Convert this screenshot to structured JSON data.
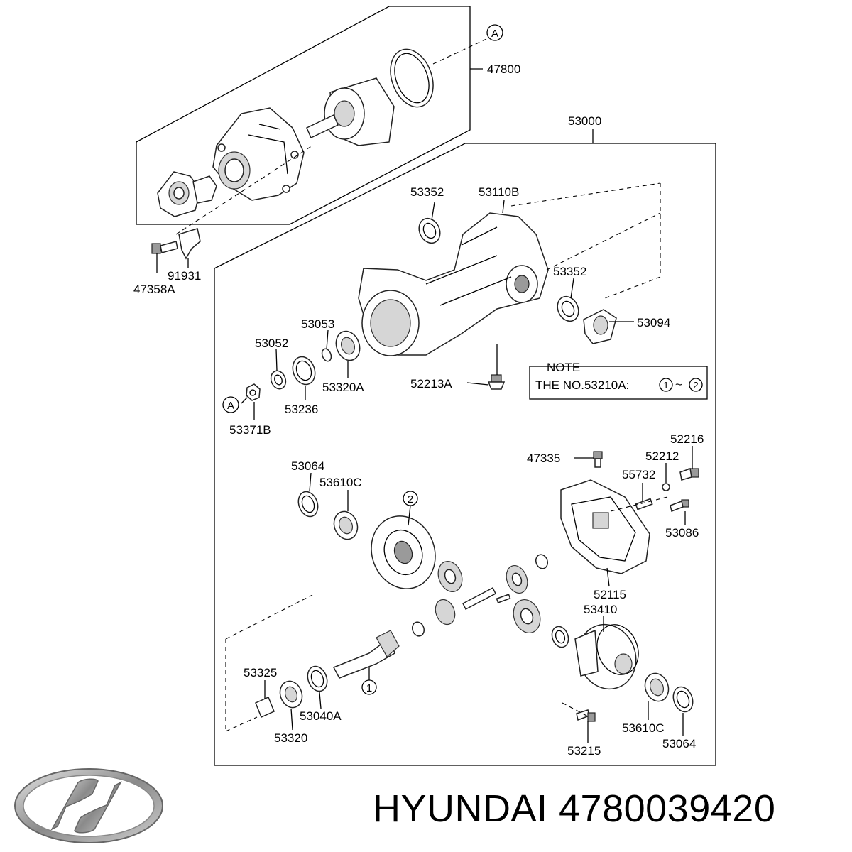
{
  "labels": {
    "l47800": "47800",
    "l53000": "53000",
    "l53352a": "53352",
    "l53110B": "53110B",
    "l53352b": "53352",
    "l53094": "53094",
    "l91931": "91931",
    "l47358A": "47358A",
    "l53053": "53053",
    "l53052": "53052",
    "l53320A": "53320A",
    "l52213A": "52213A",
    "l53236": "53236",
    "l53371B": "53371B",
    "l53064a": "53064",
    "l53610Ca": "53610C",
    "l47335": "47335",
    "l52216": "52216",
    "l52212": "52212",
    "l55732": "55732",
    "l53086": "53086",
    "l52115": "52115",
    "l53410": "53410",
    "l53325": "53325",
    "l53040A": "53040A",
    "l53320": "53320",
    "l53610Cb": "53610C",
    "l53064b": "53064",
    "l53215": "53215"
  },
  "callouts": {
    "a_top": "A",
    "a_left": "A",
    "one": "1",
    "two": "2"
  },
  "note": {
    "title": "NOTE",
    "text_prefix": "THE NO.53210A:",
    "circle1": "1",
    "tilde": "~",
    "circle2": "2"
  },
  "footer": {
    "brand_text": "HYUNDAI 4780039420"
  }
}
